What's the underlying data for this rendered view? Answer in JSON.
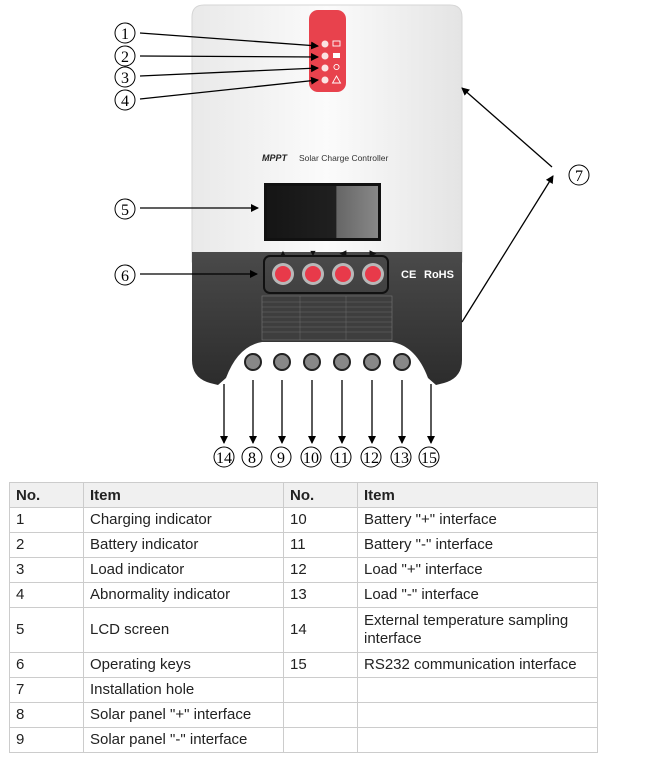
{
  "diagram": {
    "brand_mppt": "MPPT",
    "brand_title": "Solar Charge Controller",
    "cert_ce": "CE",
    "cert_rohs": "RoHS",
    "key_arrows": [
      "▲",
      "▼",
      "◀",
      "▶"
    ],
    "callouts": [
      "1",
      "2",
      "3",
      "4",
      "5",
      "6",
      "7",
      "8",
      "9",
      "10",
      "11",
      "12",
      "13",
      "14",
      "15"
    ],
    "colors": {
      "accent_red": "#e8424d",
      "body_white": "#f6f6f6",
      "base_dark": "#3a3a3a",
      "key_red": "#e83a4a"
    }
  },
  "legend": {
    "headers": [
      "No.",
      "Item",
      "No.",
      "Item"
    ],
    "rows": [
      [
        "1",
        "Charging indicator",
        "10",
        "Battery \"+\" interface"
      ],
      [
        "2",
        "Battery indicator",
        "11",
        "Battery \"-\" interface"
      ],
      [
        "3",
        "Load indicator",
        "12",
        "Load \"+\" interface"
      ],
      [
        "4",
        "Abnormality indicator",
        "13",
        "Load \"-\" interface"
      ],
      [
        "5",
        "LCD screen",
        "14",
        "External temperature sampling interface"
      ],
      [
        "6",
        "Operating keys",
        "15",
        "RS232 communication interface"
      ],
      [
        "7",
        "Installation hole",
        "",
        ""
      ],
      [
        "8",
        "Solar panel \"+\" interface",
        "",
        ""
      ],
      [
        "9",
        "Solar panel \"-\" interface",
        "",
        ""
      ]
    ]
  }
}
